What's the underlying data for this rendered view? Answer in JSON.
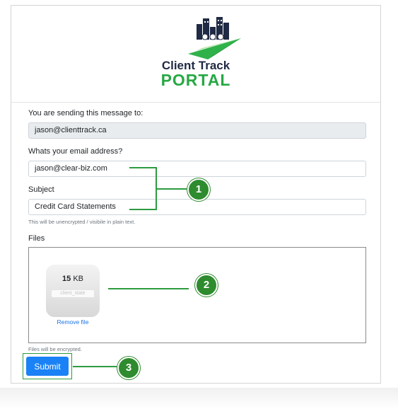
{
  "header": {
    "brand_line1": "Client Track",
    "brand_line2": "PORTAL"
  },
  "form": {
    "recipient_label": "You are sending this message to:",
    "recipient_value": "jason@clienttrack.ca",
    "email_label": "Whats your email address?",
    "email_value": "jason@clear-biz.com",
    "subject_label": "Subject",
    "subject_value": "Credit Card Statements",
    "subject_help": "This will be unencrypted / visibile in plain text.",
    "files_label": "Files",
    "file": {
      "size_number": "15",
      "size_unit": "KB",
      "name": "client_state",
      "remove_label": "Remove file"
    },
    "files_help": "Files will be encrypted.",
    "submit_label": "Submit"
  },
  "callouts": [
    "1",
    "2",
    "3"
  ],
  "colors": {
    "brand_dark": "#1f2a44",
    "brand_green": "#27a844",
    "callout_green": "#2e8b2e",
    "submit_blue": "#1a82f6",
    "link_blue": "#1a73e8"
  }
}
